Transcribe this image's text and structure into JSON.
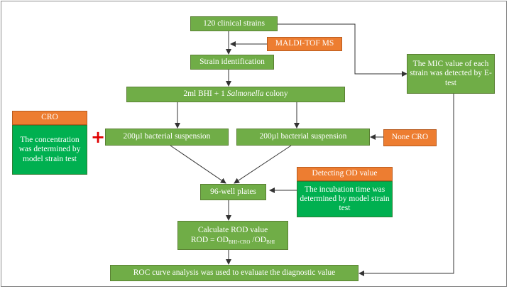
{
  "nodes": {
    "clinical_strains": "120 clinical strains",
    "maldi": "MALDI-TOF MS",
    "strain_id": "Strain identification",
    "bhi_prefix": "2ml BHI + 1 ",
    "bhi_italic": "Salmonella",
    "bhi_suffix": " colony",
    "susp_left": "200µl bacterial suspension",
    "susp_right": "200µl bacterial suspension",
    "none_cro": "None CRO",
    "cro_title": "CRO",
    "cro_body": "The concentration was determined by model strain test",
    "plus_sign": "+",
    "mic": "The MIC value of each strain was detected by E-test",
    "plates": "96-well plates",
    "od_title": "Detecting OD value",
    "od_body": "The  incubation time was determined by model strain test",
    "rod_line1": "Calculate ROD value",
    "rod_f1": "ROD = OD",
    "rod_s1": "BHI+CRO",
    "rod_f2": " /OD",
    "rod_s2": "BHI",
    "roc": "ROC curve analysis was used to evaluate the diagnostic value"
  },
  "colors": {
    "green": "#70ad47",
    "bright_green": "#00b050",
    "orange": "#ed7d31",
    "plus": "#e00000",
    "arrow": "#333333"
  }
}
